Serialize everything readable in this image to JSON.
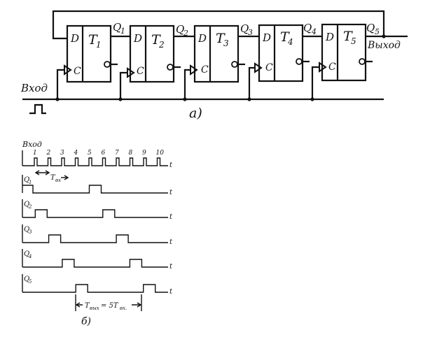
{
  "part_a": {
    "label": "а)",
    "input_label": "Вход",
    "output_label": "Выход",
    "pin_d": "D",
    "pin_c": "C",
    "flipflops": [
      {
        "name": "T",
        "index": "1",
        "output": "Q",
        "output_index": "1"
      },
      {
        "name": "T",
        "index": "2",
        "output": "Q",
        "output_index": "2"
      },
      {
        "name": "T",
        "index": "3",
        "output": "Q",
        "output_index": "3"
      },
      {
        "name": "T",
        "index": "4",
        "output": "Q",
        "output_index": "4"
      },
      {
        "name": "T",
        "index": "5",
        "output": "Q",
        "output_index": "5"
      }
    ]
  },
  "part_b": {
    "label": "б)",
    "input_label": "Вход",
    "axis_symbol": "t",
    "pulse_numbers": [
      "1",
      "2",
      "3",
      "4",
      "5",
      "6",
      "7",
      "8",
      "9",
      "10"
    ],
    "t_in_label": "T",
    "t_in_sub": "вх",
    "t_out_label": "T",
    "t_out_sub": "вых",
    "t_out_rel": "= 5T",
    "t_out_rel_sub": "вх.",
    "rows": [
      {
        "label": "Q",
        "index": "1",
        "high_pulses": [
          0,
          5
        ]
      },
      {
        "label": "Q",
        "index": "2",
        "high_pulses": [
          1,
          6
        ]
      },
      {
        "label": "Q",
        "index": "3",
        "high_pulses": [
          2,
          7
        ]
      },
      {
        "label": "Q",
        "index": "4",
        "high_pulses": [
          3,
          8
        ]
      },
      {
        "label": "Q",
        "index": "5",
        "high_pulses": [
          4,
          9
        ]
      }
    ]
  }
}
